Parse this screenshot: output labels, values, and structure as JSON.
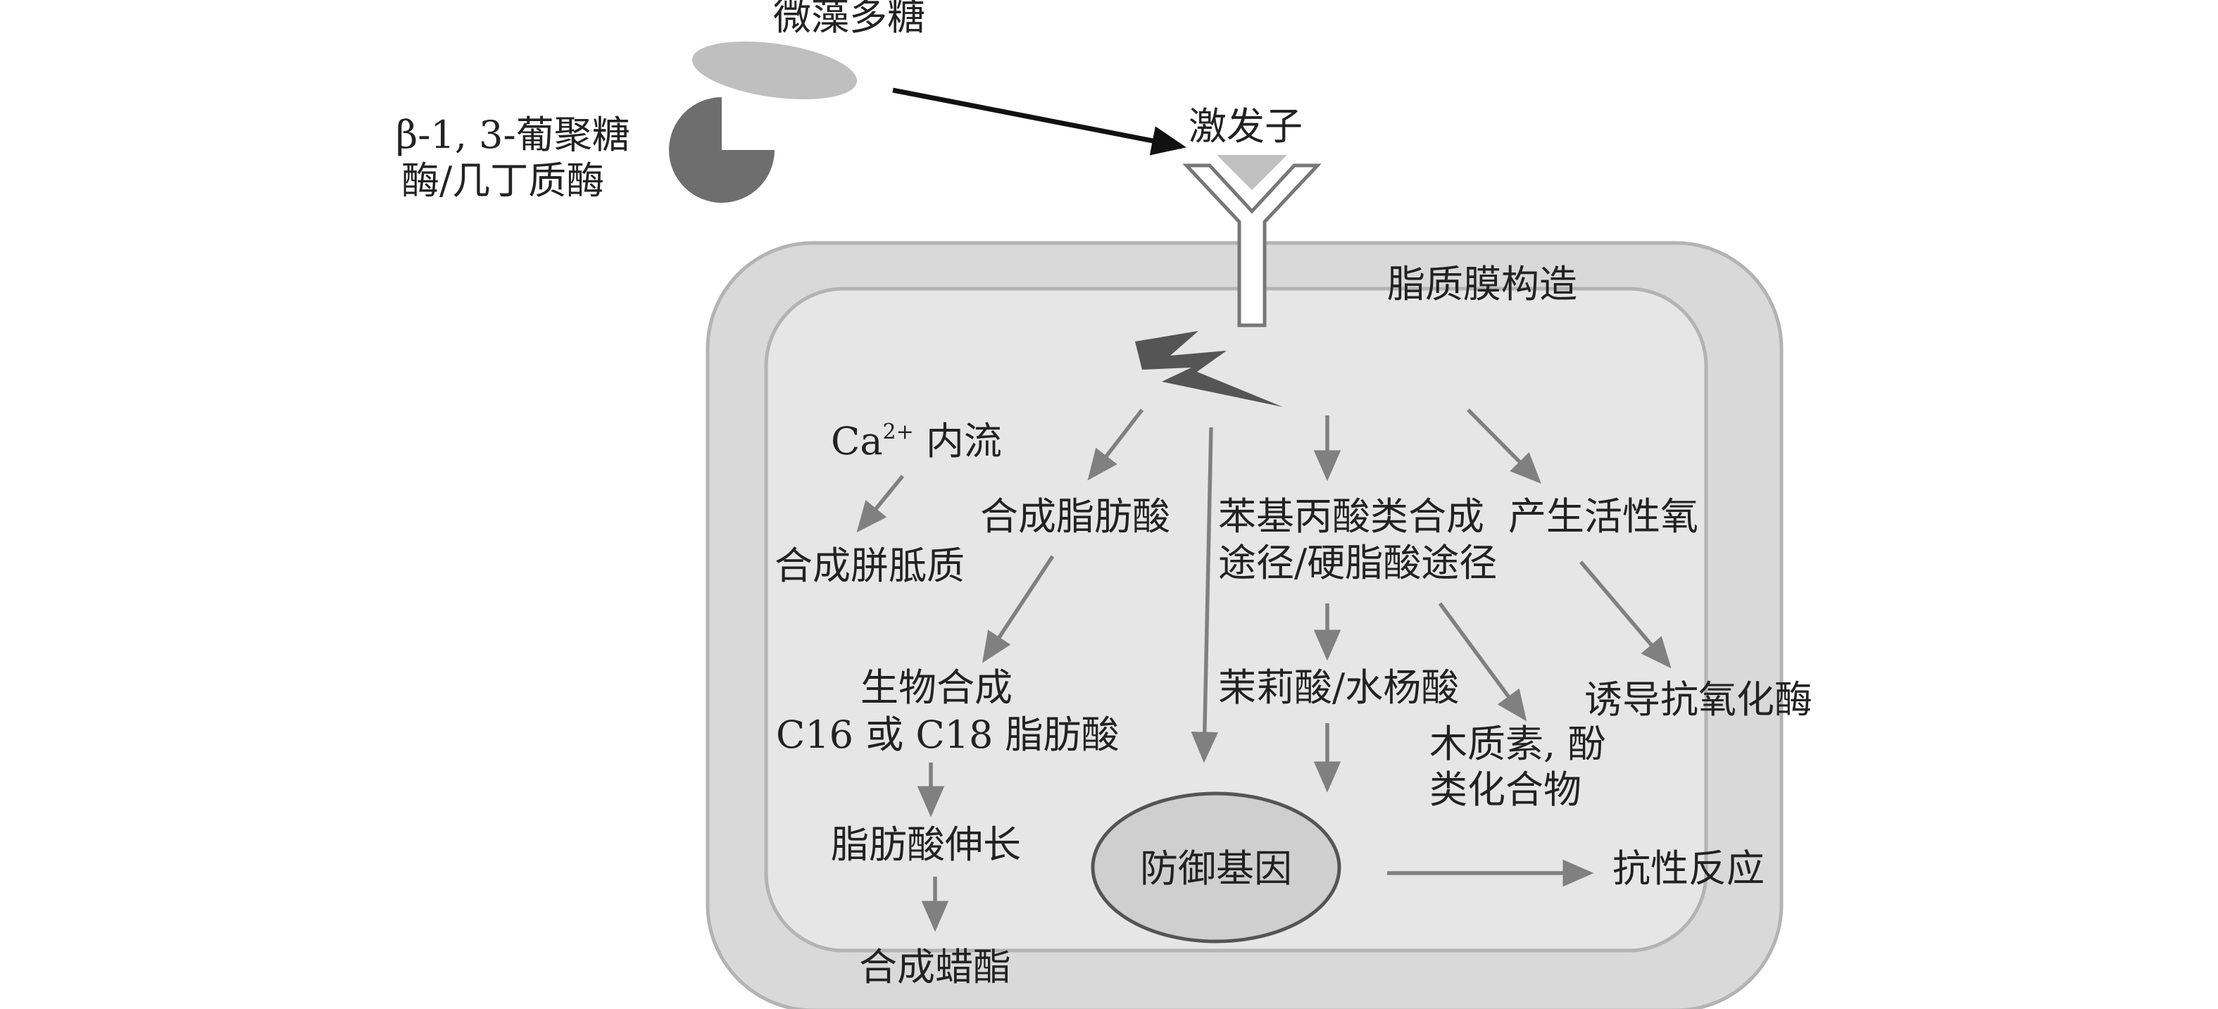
{
  "colors": {
    "outer_wall": "#d9d9d9",
    "outer_stroke": "#b3b3b3",
    "inner_membrane": "#e6e6e6",
    "inner_stroke": "#b3b3b3",
    "polysaccharide": "#bfbfbf",
    "enzyme": "#6e6e6e",
    "arrow": "#808080",
    "bold_arrow": "#111111",
    "gene_ellipse": "#cfcfcf",
    "lightning": "#555555",
    "receptor_stroke": "#777777",
    "elicitor_triangle": "#c0c0c0"
  },
  "icons": {
    "polysaccharide": "ellipse-shape",
    "enzyme": "pacman-pie-shape",
    "receptor": "y-shaped-receptor",
    "signal": "lightning-bolt-icon"
  },
  "labels": {
    "microalgae_polysaccharide": "微藻多糖",
    "enzyme_line1": "β-1, 3-葡聚糖",
    "enzyme_line2": "酶/几丁质酶",
    "elicitor": "激发子",
    "lipid_membrane": "脂质膜构造",
    "ca_prefix": "Ca",
    "ca_superscript": "2+",
    "ca_suffix": " 内流",
    "synthesize_callose": "合成胼胝质",
    "synthesize_fatty_acid": "合成脂肪酸",
    "phenylpropanoid_line1": "苯基丙酸类合成",
    "phenylpropanoid_line2": "途径/硬脂酸途径",
    "produce_ros": "产生活性氧",
    "biosynthesis_line1": "生物合成",
    "biosynthesis_line2": "C16 或 C18 脂肪酸",
    "fatty_acid_elongation": "脂肪酸伸长",
    "synthesize_wax": "合成蜡酯",
    "jasmonic_salicylic": "茉莉酸/水杨酸",
    "lignin_line1": "木质素, 酚",
    "lignin_line2": "类化合物",
    "induce_antioxidant": "诱导抗氧化酶",
    "defense_gene": "防御基因",
    "resistance_response": "抗性反应"
  }
}
